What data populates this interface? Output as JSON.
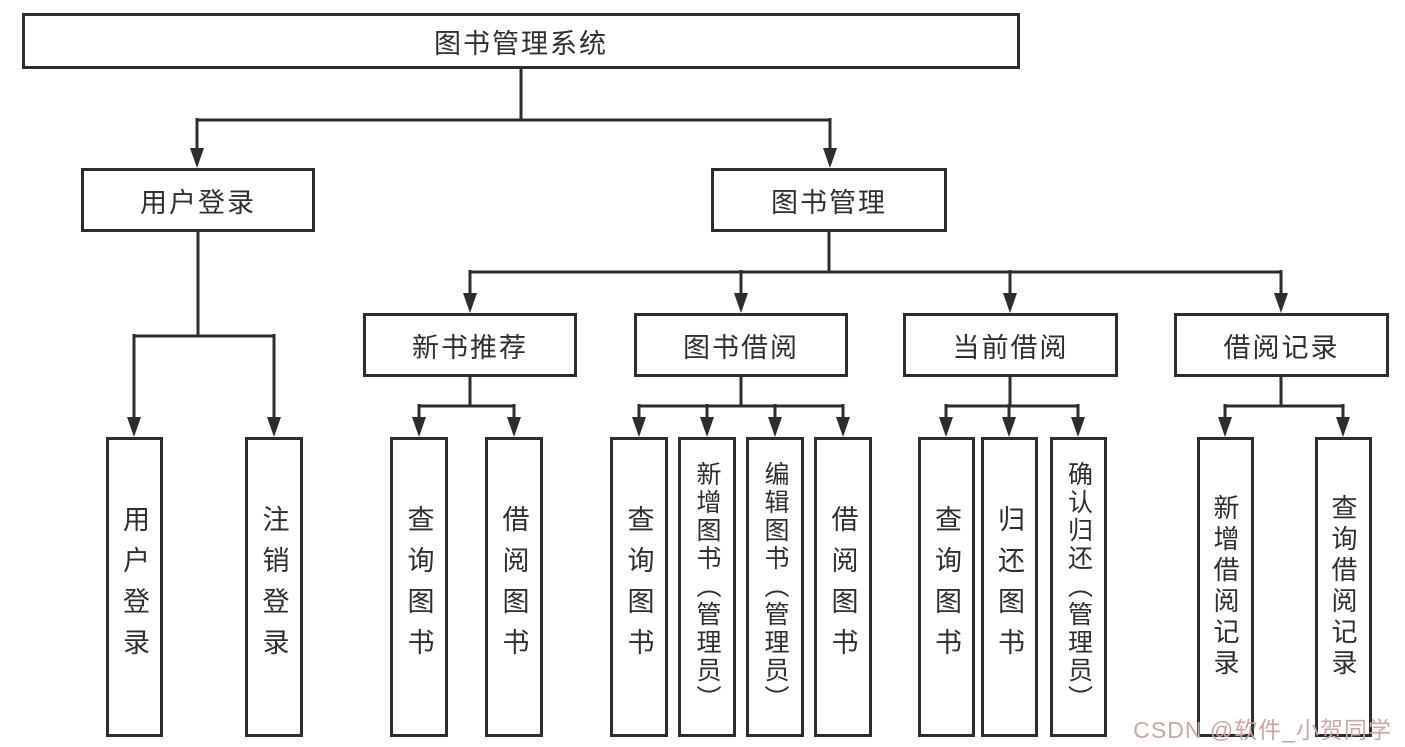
{
  "tree": {
    "label": "图书管理系统",
    "children": [
      {
        "label": "用户登录",
        "children": [
          {
            "label": "用户登录"
          },
          {
            "label": "注销登录"
          }
        ]
      },
      {
        "label": "图书管理",
        "children": [
          {
            "label": "新书推荐",
            "children": [
              {
                "label": "查询图书"
              },
              {
                "label": "借阅图书"
              }
            ]
          },
          {
            "label": "图书借阅",
            "children": [
              {
                "label": "查询图书"
              },
              {
                "label": "新增图书（管理员）"
              },
              {
                "label": "编辑图书（管理员）"
              },
              {
                "label": "借阅图书"
              }
            ]
          },
          {
            "label": "当前借阅",
            "children": [
              {
                "label": "查询图书"
              },
              {
                "label": "归还图书"
              },
              {
                "label": "确认归还（管理员）"
              }
            ]
          },
          {
            "label": "借阅记录",
            "children": [
              {
                "label": "新增借阅记录"
              },
              {
                "label": "查询借阅记录"
              }
            ]
          }
        ]
      }
    ]
  },
  "watermark": {
    "text": "CSDN @软件_小贺同学"
  },
  "colors": {
    "line": "#2d2d2d",
    "box_border": "#2d2d2d",
    "background": "#ffffff",
    "watermark": "#c9a7a7"
  }
}
